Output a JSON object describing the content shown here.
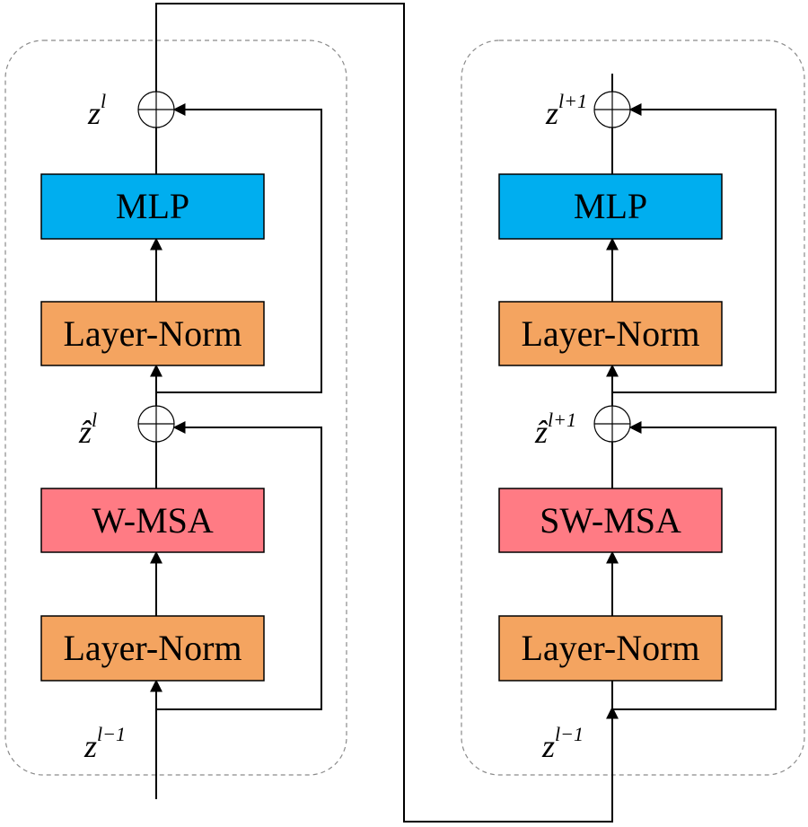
{
  "colors": {
    "mlp": "#00AEEF",
    "layer_norm": "#F4A460",
    "attention": "#FF7B84",
    "line": "#000000",
    "frame": "#8a8a8a"
  },
  "left_block": {
    "mlp_label": "MLP",
    "norm_top_label": "Layer-Norm",
    "attention_label": "W-MSA",
    "norm_bottom_label": "Layer-Norm",
    "output_symbol": "z",
    "output_sup": "l",
    "mid_symbol": "ẑ",
    "mid_sup": "l",
    "input_symbol": "z",
    "input_sup": "l−1"
  },
  "right_block": {
    "mlp_label": "MLP",
    "norm_top_label": "Layer-Norm",
    "attention_label": "SW-MSA",
    "norm_bottom_label": "Layer-Norm",
    "output_symbol": "z",
    "output_sup": "l+1",
    "mid_symbol": "ẑ",
    "mid_sup": "l+1",
    "input_symbol": "z",
    "input_sup": "l−1"
  },
  "icons": {
    "residual_add": "circle-plus-icon",
    "arrowhead": "arrowhead-icon"
  }
}
